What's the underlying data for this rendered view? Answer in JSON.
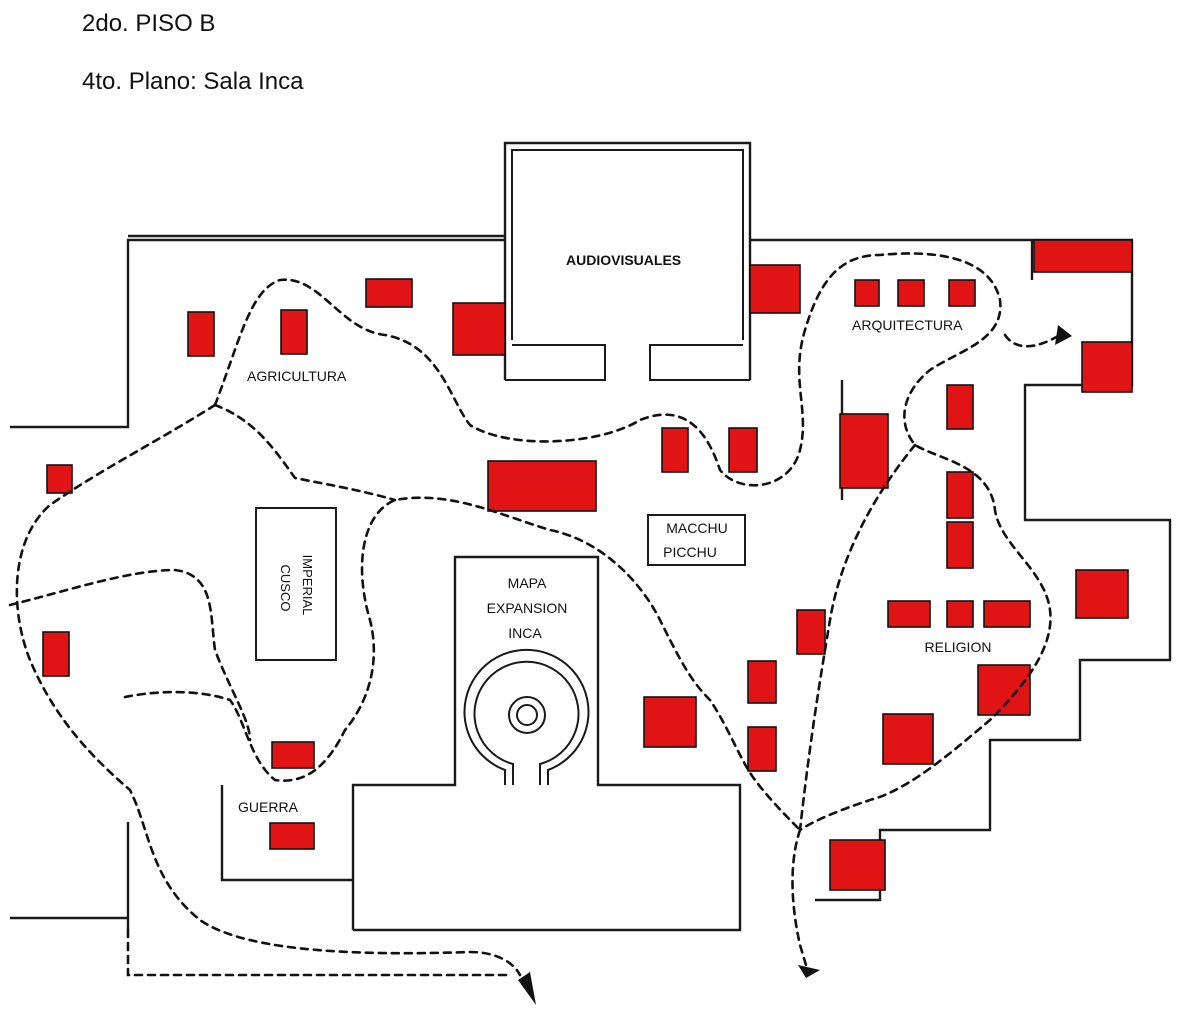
{
  "header": {
    "floor": "2do. PISO B",
    "plan": "4to. Plano: Sala Inca"
  },
  "labels": {
    "audiovisuales": "AUDIOVISUALES",
    "agricultura": "AGRICULTURA",
    "arquitectura": "ARQUITECTURA",
    "cusco_1": "CUSCO",
    "cusco_2": "IMPERIAL",
    "macchu_1": "MACCHU",
    "macchu_2": "PICCHU",
    "mapa_1": "MAPA",
    "mapa_2": "EXPANSION",
    "mapa_3": "INCA",
    "religion": "RELIGION",
    "guerra": "GUERRA"
  },
  "colors": {
    "exhibit_case": "#e01414",
    "walls": "#1a1a1a",
    "route": "#111111",
    "background": "#ffffff"
  }
}
